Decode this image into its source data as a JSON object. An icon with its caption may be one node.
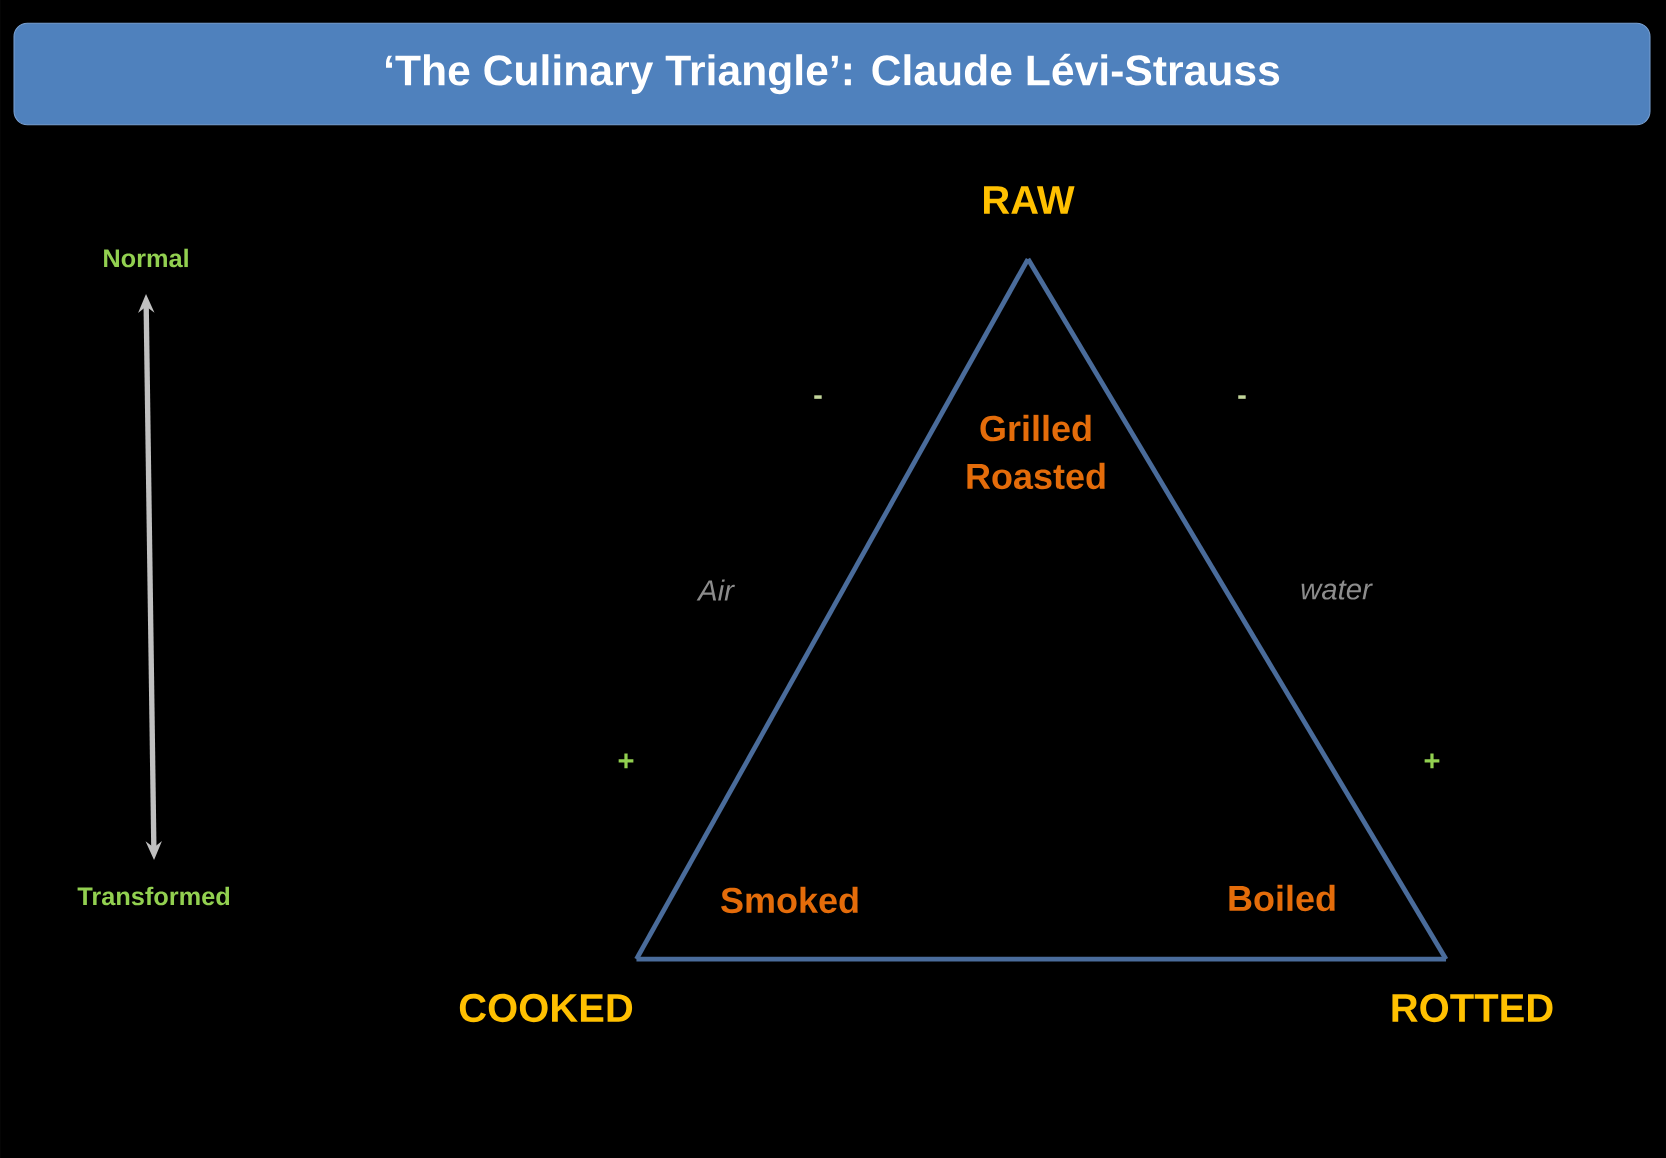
{
  "diagram": {
    "title": "‘The Culinary Triangle’:   Claude Lévi-Strauss",
    "nodes": [
      {
        "text": [
          "RAW"
        ]
      },
      {
        "text": [
          "Normal"
        ]
      },
      {
        "text": [
          "Transformed"
        ]
      },
      {
        "text": [
          "COOKED"
        ]
      },
      {
        "text": [
          "ROTTED"
        ]
      }
    ],
    "edges": [
      {
        "from": 0,
        "to": 3,
        "arrow": "none",
        "label": "Air"
      },
      {
        "from": 0,
        "to": 4,
        "arrow": "none",
        "label": "water"
      },
      {
        "from": 3,
        "to": 4,
        "arrow": "none"
      },
      {
        "from": 1,
        "to": 2,
        "arrow": "both",
        "color": "#c0c0c0"
      }
    ],
    "labels": [
      "-",
      "Grilled Roasted",
      "-",
      "+",
      "+",
      "Smoked",
      "Boiled"
    ]
  }
}
